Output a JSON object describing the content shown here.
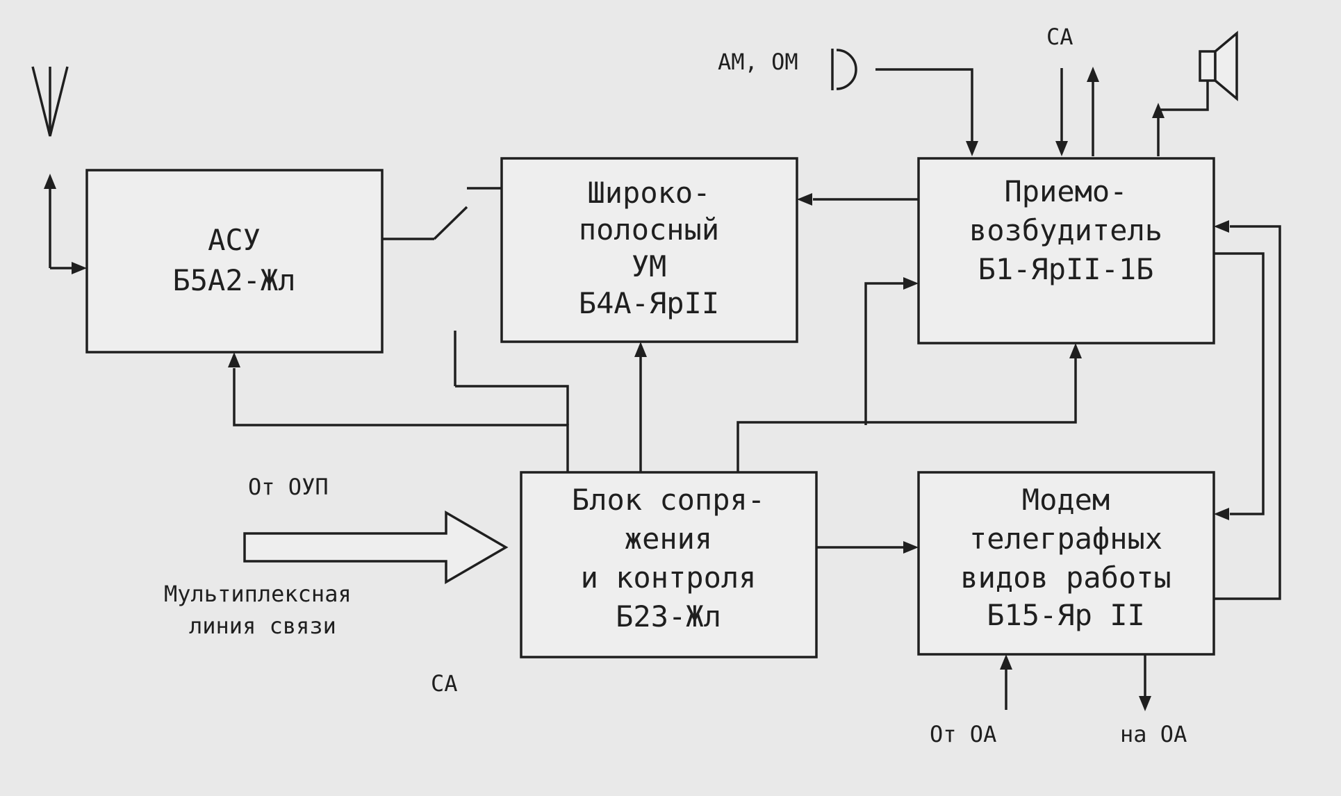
{
  "blocks": {
    "asu": {
      "line1": "АСУ",
      "line2": "Б5А2-Жл"
    },
    "power_amp": {
      "line1": "Широко-",
      "line2": "полосный",
      "line3": "УМ",
      "line4": "Б4А-ЯрII"
    },
    "transceiver": {
      "line1": "Приемо-",
      "line2": "возбудитель",
      "line3": "Б1-ЯрII-1Б"
    },
    "interface": {
      "line1": "Блок сопря-",
      "line2": "жения",
      "line3": "и контроля",
      "line4": "Б23-Жл"
    },
    "modem": {
      "line1": "Модем",
      "line2": "телеграфных",
      "line3": "видов работы",
      "line4": "Б15-Яр II"
    }
  },
  "labels": {
    "am_om": "АМ, ОМ",
    "ca_top": "СА",
    "ot_oup": "От ОУП",
    "mux_line1": "Мультиплексная",
    "mux_line2": "линия связи",
    "ca_bottom": "СА",
    "ot_oa": "От ОА",
    "na_oa": "на ОА"
  },
  "icons": [
    "antenna-icon",
    "microphone-icon",
    "speaker-icon"
  ]
}
